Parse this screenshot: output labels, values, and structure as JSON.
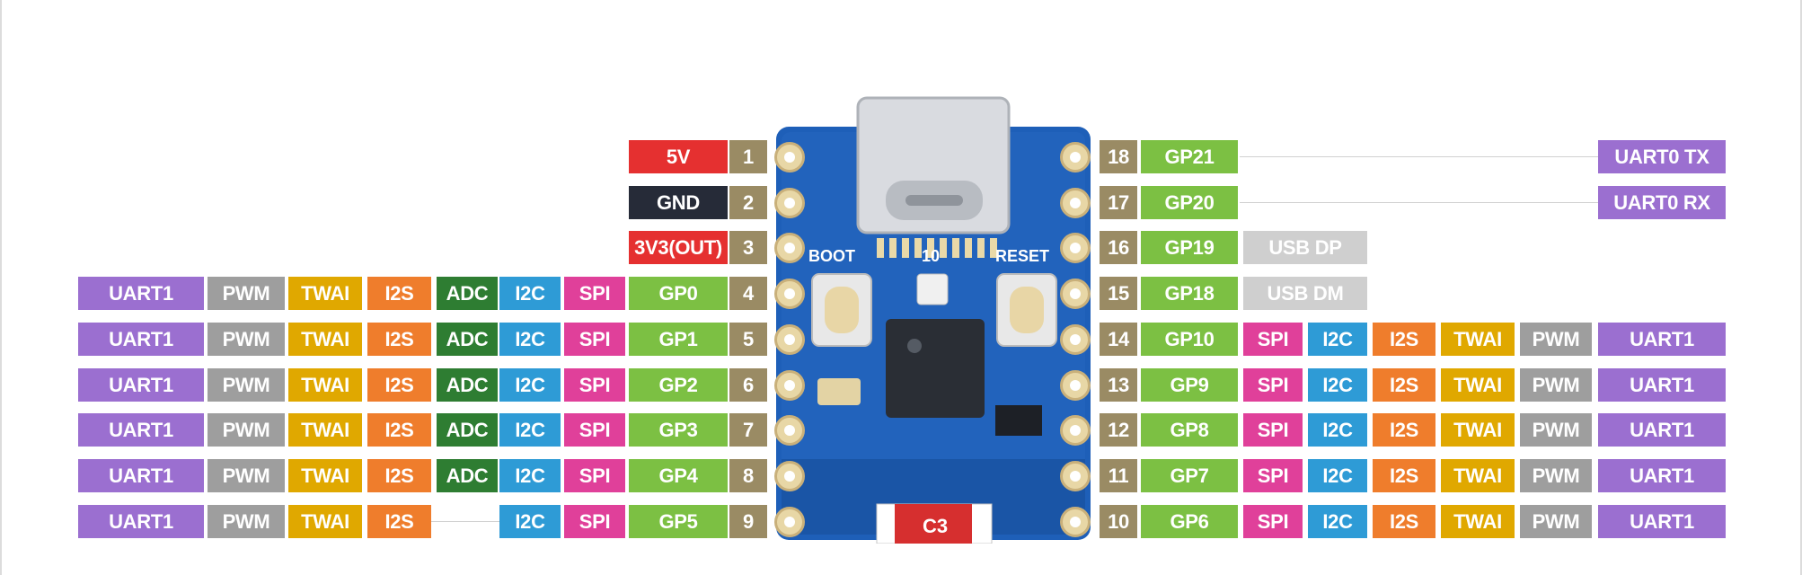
{
  "colors": {
    "UART1": "#9b6fd0",
    "UART0 TX": "#9b6fd0",
    "UART0 RX": "#9b6fd0",
    "PWM": "#9e9e9e",
    "TWAI": "#e0a800",
    "I2S": "#ef7d2c",
    "ADC": "#2e7d32",
    "I2C": "#2e9bd6",
    "SPI": "#e0409a",
    "GP": "#7cc043",
    "5V": "#e53030",
    "GND": "#262b38",
    "3V3(OUT)": "#e53030",
    "USB DP": "#cfcfcf",
    "USB DM": "#cfcfcf",
    "pin_number": "#9a8b64",
    "board": "#1e5fb8"
  },
  "board": {
    "chip_label": "C3",
    "boot_label": "BOOT",
    "reset_label": "RESET",
    "led_label": "10"
  },
  "left_pins": [
    {
      "num": "1",
      "gpio": "5V",
      "functions": []
    },
    {
      "num": "2",
      "gpio": "GND",
      "functions": []
    },
    {
      "num": "3",
      "gpio": "3V3(OUT)",
      "functions": []
    },
    {
      "num": "4",
      "gpio": "GP0",
      "functions": [
        "UART1",
        "PWM",
        "TWAI",
        "I2S",
        "ADC",
        "I2C",
        "SPI"
      ]
    },
    {
      "num": "5",
      "gpio": "GP1",
      "functions": [
        "UART1",
        "PWM",
        "TWAI",
        "I2S",
        "ADC",
        "I2C",
        "SPI"
      ]
    },
    {
      "num": "6",
      "gpio": "GP2",
      "functions": [
        "UART1",
        "PWM",
        "TWAI",
        "I2S",
        "ADC",
        "I2C",
        "SPI"
      ]
    },
    {
      "num": "7",
      "gpio": "GP3",
      "functions": [
        "UART1",
        "PWM",
        "TWAI",
        "I2S",
        "ADC",
        "I2C",
        "SPI"
      ]
    },
    {
      "num": "8",
      "gpio": "GP4",
      "functions": [
        "UART1",
        "PWM",
        "TWAI",
        "I2S",
        "ADC",
        "I2C",
        "SPI"
      ]
    },
    {
      "num": "9",
      "gpio": "GP5",
      "functions": [
        "UART1",
        "PWM",
        "TWAI",
        "I2S",
        "",
        "I2C",
        "SPI"
      ]
    }
  ],
  "right_pins": [
    {
      "num": "18",
      "gpio": "GP21",
      "functions": [],
      "far": "UART0 TX"
    },
    {
      "num": "17",
      "gpio": "GP20",
      "functions": [],
      "far": "UART0 RX"
    },
    {
      "num": "16",
      "gpio": "GP19",
      "functions": [
        "USB DP"
      ]
    },
    {
      "num": "15",
      "gpio": "GP18",
      "functions": [
        "USB DM"
      ]
    },
    {
      "num": "14",
      "gpio": "GP10",
      "functions": [
        "SPI",
        "I2C",
        "I2S",
        "TWAI",
        "PWM",
        "UART1"
      ]
    },
    {
      "num": "13",
      "gpio": "GP9",
      "functions": [
        "SPI",
        "I2C",
        "I2S",
        "TWAI",
        "PWM",
        "UART1"
      ]
    },
    {
      "num": "12",
      "gpio": "GP8",
      "functions": [
        "SPI",
        "I2C",
        "I2S",
        "TWAI",
        "PWM",
        "UART1"
      ]
    },
    {
      "num": "11",
      "gpio": "GP7",
      "functions": [
        "SPI",
        "I2C",
        "I2S",
        "TWAI",
        "PWM",
        "UART1"
      ]
    },
    {
      "num": "10",
      "gpio": "GP6",
      "functions": [
        "SPI",
        "I2C",
        "I2S",
        "TWAI",
        "PWM",
        "UART1"
      ]
    }
  ]
}
